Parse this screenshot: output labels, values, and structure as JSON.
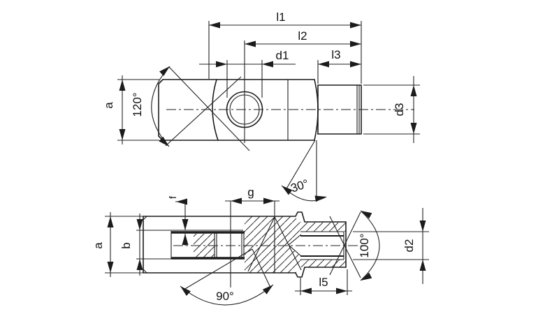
{
  "dims": {
    "l1": "l1",
    "l2": "l2",
    "d1": "d1",
    "l3": "l3",
    "a_top": "a",
    "angle_fork": "120°",
    "d3": "d3",
    "angle_cone": "30°",
    "f": "f",
    "g": "g",
    "a_bottom": "a",
    "b": "b",
    "angle_countersink": "90°",
    "l5": "l5",
    "angle_end": "100°",
    "d2": "d2"
  },
  "colors": {
    "line": "#1c1c1c",
    "background": "#ffffff",
    "hatch": "#2f2f2f"
  }
}
